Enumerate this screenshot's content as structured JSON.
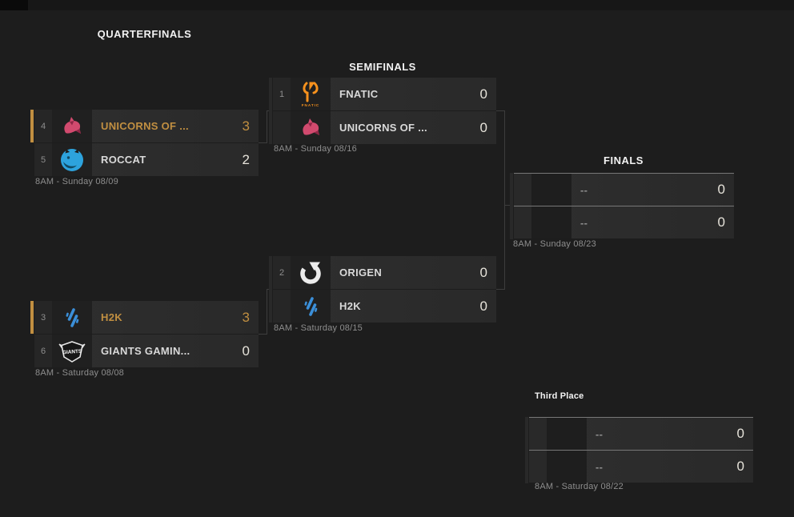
{
  "headers": {
    "quarterfinals": "QUARTERFINALS",
    "semifinals": "SEMIFINALS",
    "finals": "FINALS",
    "third_place": "Third Place"
  },
  "colors": {
    "background": "#1d1d1d",
    "winner_accent": "#c18f41",
    "fnatic_orange": "#f6911d",
    "unicorns_pink": "#d14a6e",
    "roccat_blue": "#2da3dd",
    "origen_white": "#ececec",
    "h2k_blue": "#3b8fd9",
    "giants_white": "#e8e8e8"
  },
  "matches": {
    "qf1": {
      "date": "8AM - Sunday 08/09",
      "top": {
        "seed": "4",
        "name": "UNICORNS OF ...",
        "score": "3",
        "icon": "unicorns-of-love-logo"
      },
      "bottom": {
        "seed": "5",
        "name": "ROCCAT",
        "score": "2",
        "icon": "roccat-logo"
      }
    },
    "qf2": {
      "date": "8AM - Saturday 08/08",
      "top": {
        "seed": "3",
        "name": "H2K",
        "score": "3",
        "icon": "h2k-logo"
      },
      "bottom": {
        "seed": "6",
        "name": "GIANTS GAMIN...",
        "score": "0",
        "icon": "giants-gaming-logo",
        "icon_text": "GIANTS"
      }
    },
    "sf1": {
      "date": "8AM - Sunday 08/16",
      "top": {
        "seed": "1",
        "name": "FNATIC",
        "score": "0",
        "icon": "fnatic-logo",
        "icon_text": "FNATIC"
      },
      "bottom": {
        "seed": "",
        "name": "UNICORNS OF ...",
        "score": "0",
        "icon": "unicorns-of-love-logo"
      }
    },
    "sf2": {
      "date": "8AM - Saturday 08/15",
      "top": {
        "seed": "2",
        "name": "ORIGEN",
        "score": "0",
        "icon": "origen-logo"
      },
      "bottom": {
        "seed": "",
        "name": "H2K",
        "score": "0",
        "icon": "h2k-logo"
      }
    },
    "final": {
      "date": "8AM - Sunday 08/23",
      "top": {
        "seed": "",
        "name": "--",
        "score": "0"
      },
      "bottom": {
        "seed": "",
        "name": "--",
        "score": "0"
      }
    },
    "third": {
      "date": "8AM - Saturday 08/22",
      "top": {
        "seed": "",
        "name": "--",
        "score": "0"
      },
      "bottom": {
        "seed": "",
        "name": "--",
        "score": "0"
      }
    }
  }
}
